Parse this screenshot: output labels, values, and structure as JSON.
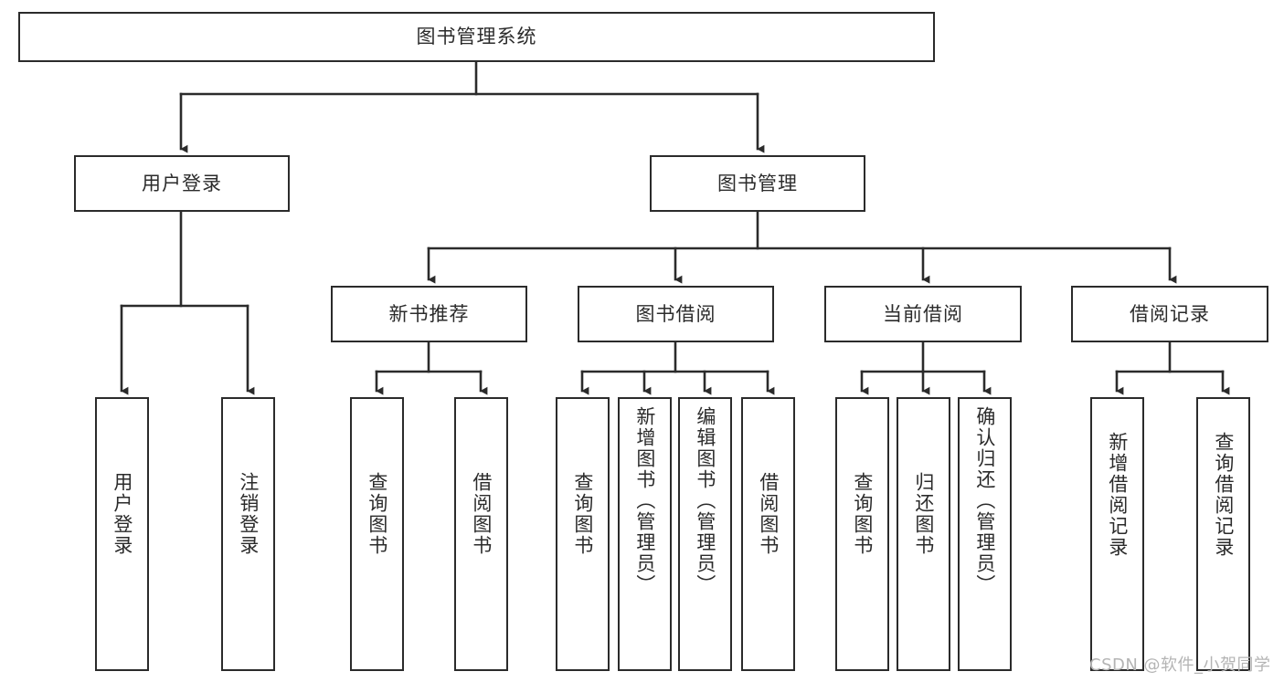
{
  "diagram": {
    "title_node": {
      "label": "图书管理系统"
    },
    "level2": [
      {
        "label": "用户登录"
      },
      {
        "label": "图书管理"
      }
    ],
    "level3": [
      {
        "label": "新书推荐"
      },
      {
        "label": "图书借阅"
      },
      {
        "label": "当前借阅"
      },
      {
        "label": "借阅记录"
      }
    ],
    "leaves": {
      "user_login": [
        {
          "label": "用户登录"
        },
        {
          "label": "注销登录"
        }
      ],
      "new_book_recommend": [
        {
          "label": "查询图书"
        },
        {
          "label": "借阅图书"
        }
      ],
      "book_borrow": [
        {
          "label": "查询图书"
        },
        {
          "label": "新增图书（管理员）"
        },
        {
          "label": "编辑图书（管理员）"
        },
        {
          "label": "借阅图书"
        }
      ],
      "current_borrow": [
        {
          "label": "查询图书"
        },
        {
          "label": "归还图书"
        },
        {
          "label": "确认归还（管理员）"
        }
      ],
      "borrow_record": [
        {
          "label": "新增借阅记录"
        },
        {
          "label": "查询借阅记录"
        }
      ]
    }
  },
  "watermark": {
    "text": "CSDN @软件_小贺同学"
  },
  "colors": {
    "stroke": "#2b2b2b",
    "fill": "#ffffff",
    "watermark": "#b4b4b4"
  }
}
